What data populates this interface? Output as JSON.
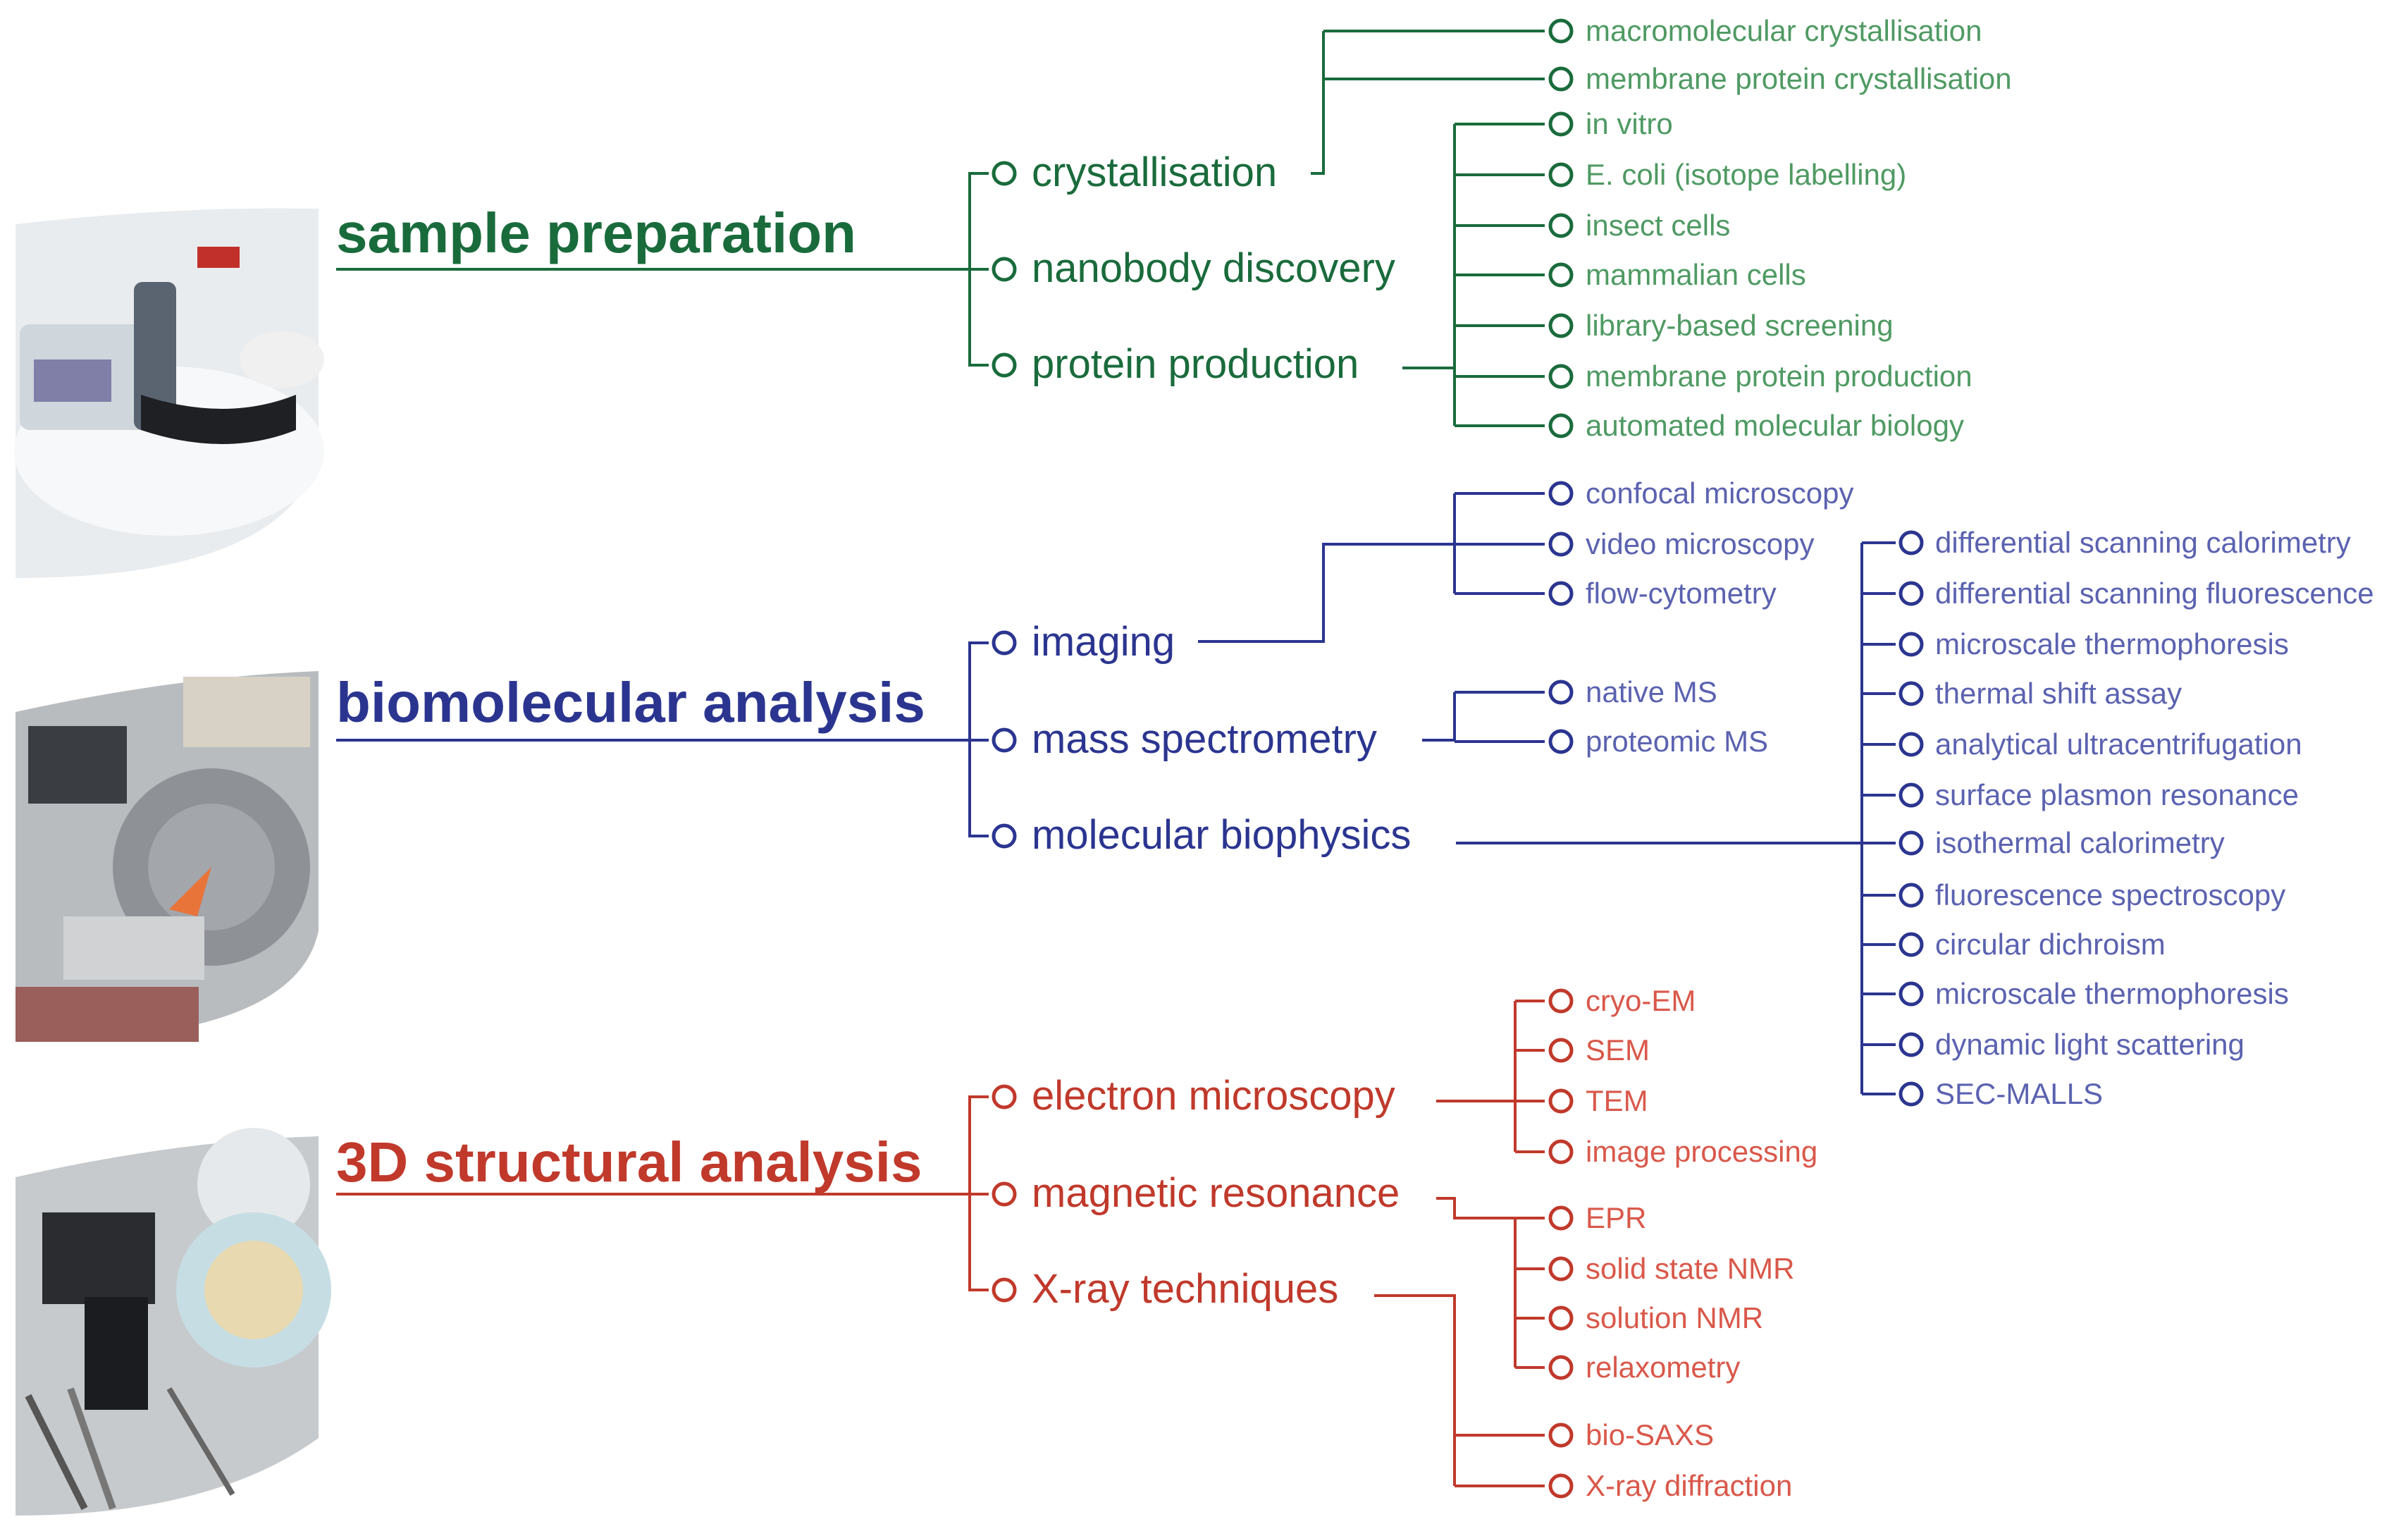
{
  "colors": {
    "sample": "#1a6b3c",
    "biomolecular": "#2b3590",
    "structural": "#c0392b"
  },
  "sample_preparation": {
    "title": "sample preparation",
    "crystallisation": "crystallisation",
    "nanobody": "nanobody discovery",
    "protein_production": "protein production",
    "crystallisation_leaves": [
      "macromolecular crystallisation",
      "membrane protein crystallisation"
    ],
    "production_leaves": [
      "in vitro",
      "E. coli (isotope labelling)",
      "insect cells",
      "mammalian cells",
      "library-based screening",
      "membrane protein production",
      "automated molecular biology"
    ]
  },
  "biomolecular_analysis": {
    "title": "biomolecular analysis",
    "imaging": "imaging",
    "mass_spectrometry": "mass spectrometry",
    "molecular_biophysics": "molecular biophysics",
    "imaging_leaves": [
      "confocal microscopy",
      "video microscopy",
      "flow-cytometry"
    ],
    "ms_leaves": [
      "native MS",
      "proteomic MS"
    ],
    "biophysics_leaves": [
      "differential scanning calorimetry",
      "differential scanning fluorescence",
      "microscale thermophoresis",
      "thermal shift assay",
      "analytical ultracentrifugation",
      "surface plasmon resonance",
      "isothermal calorimetry",
      "fluorescence spectroscopy",
      "circular dichroism",
      "microscale thermophoresis",
      "dynamic light scattering",
      "SEC-MALLS"
    ]
  },
  "structural_analysis": {
    "title": "3D structural analysis",
    "electron_microscopy": "electron microscopy",
    "magnetic_resonance": "magnetic resonance",
    "xray": "X-ray techniques",
    "em_leaves": [
      "cryo-EM",
      "SEM",
      "TEM",
      "image processing"
    ],
    "mr_leaves": [
      "EPR",
      "solid state NMR",
      "solution NMR",
      "relaxometry"
    ],
    "xray_leaves": [
      "bio-SAXS",
      "X-ray diffraction"
    ]
  }
}
